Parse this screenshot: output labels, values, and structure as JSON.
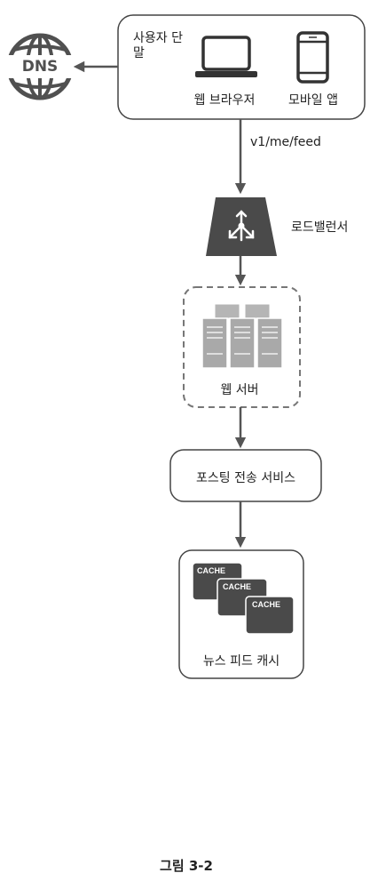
{
  "client": {
    "title": "사용자 단말",
    "web_browser_label": "웹 브라우저",
    "mobile_app_label": "모바일 앱"
  },
  "dns": {
    "label": "DNS"
  },
  "api": {
    "endpoint": "v1/me/feed"
  },
  "load_balancer": {
    "label": "로드밸런서"
  },
  "web_server": {
    "label": "웹 서버"
  },
  "fanout_service": {
    "label": "포스팅 전송 서비스"
  },
  "news_feed_cache": {
    "label": "뉴스 피드 캐시",
    "tiles": [
      "CACHE",
      "CACHE",
      "CACHE"
    ]
  },
  "caption": "그림 3-2",
  "colors": {
    "line": "#555555",
    "border": "#333333",
    "dark_fill": "#4a4a4a",
    "server_fill": "#a9a9a9"
  }
}
